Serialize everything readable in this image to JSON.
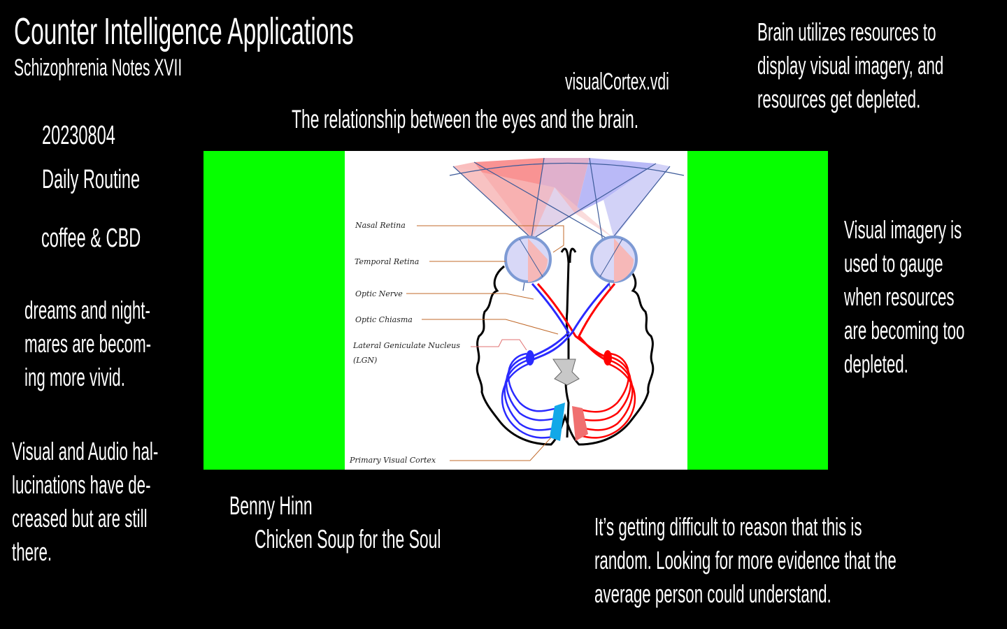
{
  "header": {
    "title": "Counter Intelligence Applications",
    "subtitle": "Schizophrenia Notes XVII",
    "file_name": "visualCortex.vdi",
    "caption": "The relationship between the eyes and the brain."
  },
  "left_notes": {
    "date": "20230804",
    "routine_heading": "Daily Routine",
    "routine_item": "coffee & CBD",
    "dreams": [
      "dreams and night-",
      "mares are becom-",
      "ing more vivid."
    ],
    "hallucinations": [
      "Visual and Audio hal-",
      "lucinations have de-",
      "creased but are still",
      "there."
    ]
  },
  "right_notes": {
    "resources": [
      "Brain utilizes resources to",
      "display visual imagery, and",
      "resources get depleted."
    ],
    "gauge": [
      "Visual imagery is",
      "used to gauge",
      "when resources",
      "are becoming too",
      "depleted."
    ]
  },
  "bottom_notes": {
    "reference_1": "Benny Hinn",
    "reference_2": "Chicken Soup for the Soul",
    "reasoning": [
      "It’s getting difficult to reason that this is",
      "random.  Looking for more evidence that the",
      "average person could understand."
    ]
  },
  "diagram": {
    "labels": {
      "nasal_retina": "Nasal Retina",
      "temporal_retina": "Temporal Retina",
      "optic_nerve": "Optic Nerve",
      "optic_chiasma": "Optic Chiasma",
      "lgn_line1": "Lateral Geniculate Nucleus",
      "lgn_line2": "(LGN)",
      "primary_visual_cortex": "Primary Visual Cortex"
    },
    "colors": {
      "panel_green": "#06ff00",
      "left_pathway": "#2a2aff",
      "right_pathway": "#ff0000",
      "leader_lines": "#c0692a",
      "field_red": "#f9b7b7",
      "field_blue": "#c9c9f5"
    }
  }
}
